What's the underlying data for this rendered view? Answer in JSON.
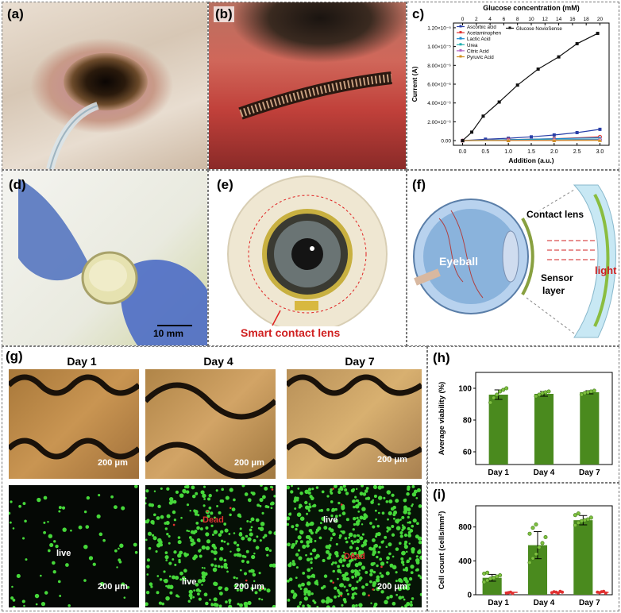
{
  "labels": {
    "a": "(a)",
    "b": "(b)",
    "c": "c)",
    "d": "(d)",
    "e": "(e)",
    "f": "(f)",
    "g": "(g)",
    "h": "(h)",
    "i": "(i)"
  },
  "panel_d": {
    "scale": "10 mm"
  },
  "panel_e": {
    "caption": "Smart contact lens"
  },
  "panel_f": {
    "eyeball": "Eyeball",
    "contact_lens": "Contact lens",
    "sensor": "Sensor",
    "layer": "layer",
    "light": "light"
  },
  "panel_g": {
    "days": [
      "Day 1",
      "Day 4",
      "Day 7"
    ],
    "scale": "200 μm",
    "live": "live",
    "dead": "Dead"
  },
  "colors": {
    "bar_green": "#4a8a1e",
    "dot_red": "#e03030",
    "accent_red": "#d02020"
  },
  "chart_data": [
    {
      "id": "c",
      "type": "line",
      "x": [
        0,
        0.2,
        0.5,
        0.8,
        1.2,
        1.6,
        2.1,
        2.5,
        3.0
      ],
      "top_axis": {
        "label": "Glucose concentration (mM)",
        "ticks": [
          0,
          2,
          4,
          6,
          8,
          10,
          12,
          14,
          16,
          18,
          20
        ]
      },
      "xlabel": "Addition (a.u.)",
      "ylabel": "Current (A)",
      "xticks": [
        "0.0",
        "0.5",
        "1.0",
        "1.5",
        "2.0",
        "2.5",
        "3.0"
      ],
      "yticks": [
        "0.00",
        "2.00×10⁻⁶",
        "4.00×10⁻⁶",
        "6.00×10⁻⁶",
        "8.00×10⁻⁶",
        "1.00×10⁻⁵",
        "1.20×10⁻⁵"
      ],
      "xlim": [
        -0.2,
        3.2
      ],
      "ylim": [
        -5e-07,
        1.25e-05
      ],
      "series": [
        {
          "name": "Ascorbic acid",
          "color": "#2a3fa8",
          "marker": "square",
          "x": [
            0,
            0.5,
            1.0,
            1.5,
            2.0,
            2.5,
            3.0
          ],
          "values": [
            0,
            1.5e-07,
            2.5e-07,
            4e-07,
            6e-07,
            8.5e-07,
            1.2e-06
          ]
        },
        {
          "name": "Acetaminophen",
          "color": "#e03030",
          "marker": "circle",
          "x": [
            0,
            1.0,
            2.0,
            3.0
          ],
          "values": [
            0,
            1e-07,
            2e-07,
            4e-07
          ]
        },
        {
          "name": "Lactic Acid",
          "color": "#1c8ad0",
          "marker": "triangle",
          "x": [
            0,
            1.0,
            2.0,
            3.0
          ],
          "values": [
            0,
            1e-07,
            2e-07,
            3e-07
          ]
        },
        {
          "name": "Urea",
          "color": "#20b0b0",
          "marker": "diamond",
          "x": [
            0,
            1.0,
            2.0,
            3.0
          ],
          "values": [
            0,
            5e-08,
            1e-07,
            1.5e-07
          ]
        },
        {
          "name": "Citric Acid",
          "color": "#b060c0",
          "marker": "circle",
          "x": [
            0,
            1.0,
            2.0,
            3.0
          ],
          "values": [
            0,
            3e-08,
            5e-08,
            8e-08
          ]
        },
        {
          "name": "Pyruvic Acid",
          "color": "#d09020",
          "marker": "triangle",
          "x": [
            0,
            1.0,
            2.0,
            3.0
          ],
          "values": [
            0,
            1e-08,
            2e-08,
            3e-08
          ]
        },
        {
          "name": "Glucose NovioSense",
          "color": "#111111",
          "marker": "square",
          "x": [
            0,
            0.2,
            0.45,
            0.8,
            1.2,
            1.65,
            2.1,
            2.5,
            2.95
          ],
          "values": [
            0,
            9e-07,
            2.6e-06,
            4.1e-06,
            5.9e-06,
            7.6e-06,
            8.9e-06,
            1.03e-05,
            1.14e-05
          ]
        }
      ]
    },
    {
      "id": "h",
      "type": "bar",
      "categories": [
        "Day 1",
        "Day 4",
        "Day 7"
      ],
      "values": [
        96,
        96.5,
        97.5
      ],
      "errors": [
        3,
        1.5,
        1
      ],
      "points": [
        [
          91,
          94,
          96,
          98,
          99,
          100
        ],
        [
          95,
          96,
          97,
          97.5,
          98
        ],
        [
          96,
          97,
          97.5,
          98,
          98.5
        ]
      ],
      "ylabel": "Average viability (%)",
      "yticks": [
        "60",
        "80",
        "100"
      ],
      "ylim": [
        52,
        110
      ]
    },
    {
      "id": "i",
      "type": "bar",
      "categories": [
        "Day 1",
        "Day 4",
        "Day 7"
      ],
      "values": [
        200,
        585,
        880
      ],
      "errors": [
        40,
        160,
        55
      ],
      "points": [
        [
          150,
          170,
          190,
          200,
          215,
          230,
          250,
          260
        ],
        [
          380,
          430,
          480,
          560,
          610,
          680,
          720,
          790,
          830
        ],
        [
          820,
          850,
          870,
          880,
          890,
          910,
          940,
          960
        ]
      ],
      "dead_points": [
        [
          20,
          25,
          30,
          15
        ],
        [
          25,
          35,
          30,
          20,
          40,
          30
        ],
        [
          30,
          25,
          35,
          40,
          20
        ]
      ],
      "ylabel": "Cell count (cells/mm²)",
      "yticks": [
        "0",
        "400",
        "800"
      ],
      "ylim": [
        0,
        1050
      ]
    }
  ]
}
